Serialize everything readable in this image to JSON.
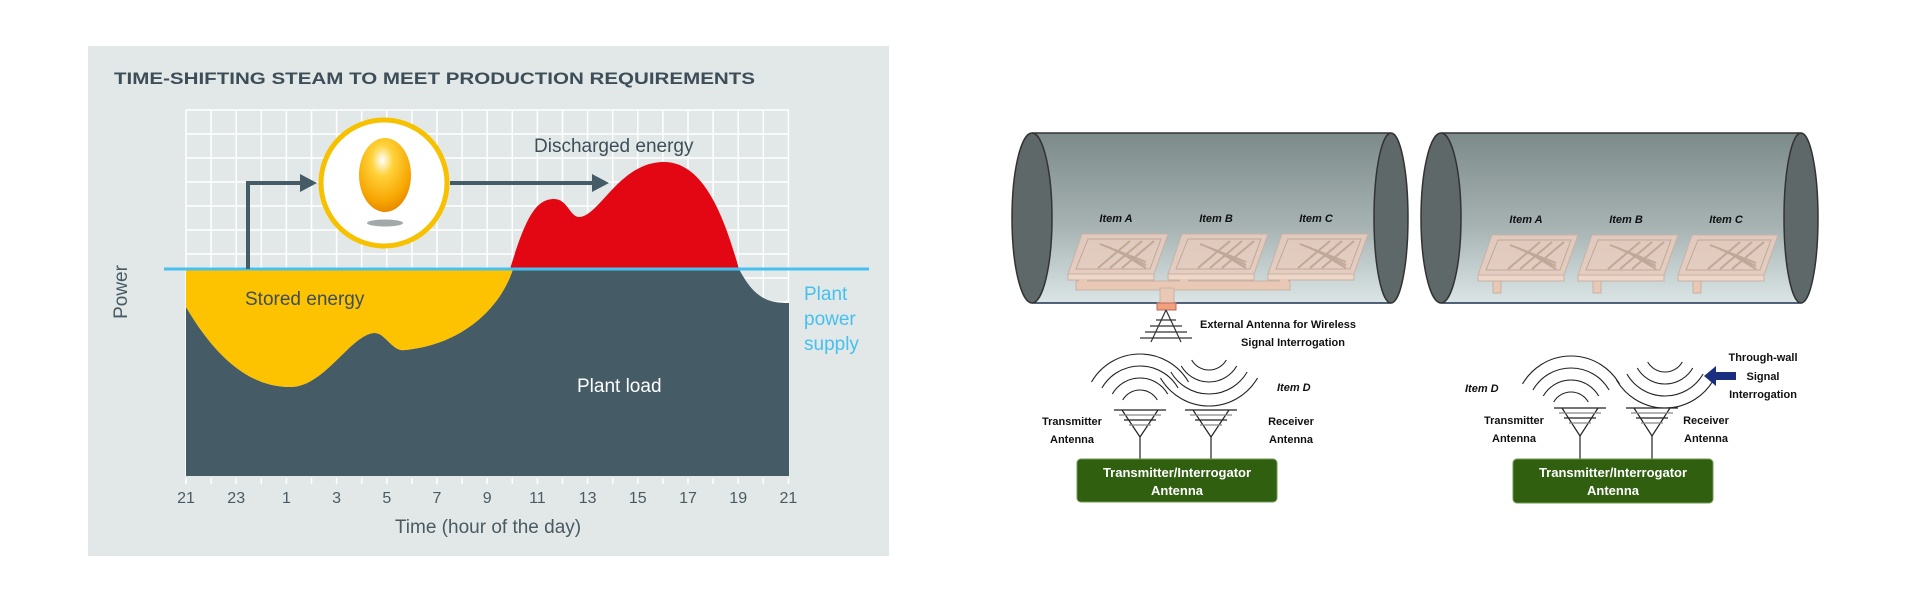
{
  "left_figure": {
    "title": "TIME-SHIFTING STEAM TO MEET PRODUCTION REQUIREMENTS",
    "y_axis_label": "Power",
    "x_axis_label": "Time (hour of the day)",
    "x_ticks": [
      "21",
      "23",
      "1",
      "3",
      "5",
      "7",
      "9",
      "11",
      "13",
      "15",
      "17",
      "19",
      "21"
    ],
    "labels": {
      "discharged": "Discharged energy",
      "stored": "Stored energy",
      "plant_load": "Plant load",
      "supply_line1": "Plant",
      "supply_line2": "power",
      "supply_line3": "supply"
    },
    "colors": {
      "panel": "#e2e8e8",
      "load": "#455b65",
      "stored": "#fdc300",
      "discharged": "#e30613",
      "supply": "#45c0ef",
      "ring": "#f7c100"
    }
  },
  "right_figure": {
    "left_system": {
      "items": [
        "Item A",
        "Item B",
        "Item C"
      ],
      "external_antenna_line1": "External Antenna for Wireless",
      "external_antenna_line2": "Signal Interrogation",
      "item_d": "Item D",
      "tx_line1": "Transmitter",
      "tx_line2": "Antenna",
      "rx_line1": "Receiver",
      "rx_line2": "Antenna",
      "box_line1": "Transmitter/Interrogator",
      "box_line2": "Antenna"
    },
    "right_system": {
      "items": [
        "Item A",
        "Item B",
        "Item C"
      ],
      "through_wall_line1": "Through-wall",
      "through_wall_line2": "Signal",
      "through_wall_line3": "Interrogation",
      "item_d": "Item D",
      "tx_line1": "Transmitter",
      "tx_line2": "Antenna",
      "rx_line1": "Receiver",
      "rx_line2": "Antenna",
      "box_line1": "Transmitter/Interrogator",
      "box_line2": "Antenna"
    },
    "colors": {
      "box": "#2f5f0f",
      "arrow": "#1a2f80"
    }
  }
}
